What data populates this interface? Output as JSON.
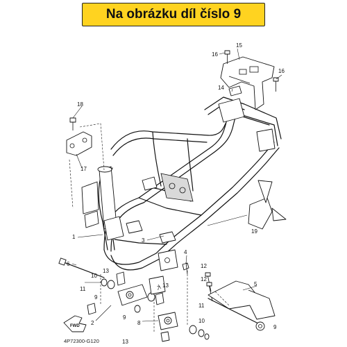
{
  "banner": {
    "text": "Na obrázku díl číslo 9",
    "bg": "#ffd320"
  },
  "diagram_code": "4P72300-G120",
  "fwd_label": "FWD",
  "callouts": {
    "c1": "1",
    "c2": "2",
    "c3": "3",
    "c4": "4",
    "c5": "5",
    "c6": "6",
    "c7": "7",
    "c8": "8",
    "c9a": "9",
    "c9b": "9",
    "c9c": "9",
    "c10a": "10",
    "c10b": "10",
    "c11a": "11",
    "c11b": "11",
    "c12a": "12",
    "c12b": "12",
    "c13a": "13",
    "c13b": "13",
    "c13c": "13",
    "c14": "14",
    "c15": "15",
    "c16a": "16",
    "c16b": "16",
    "c17": "17",
    "c18": "18",
    "c19": "19"
  }
}
